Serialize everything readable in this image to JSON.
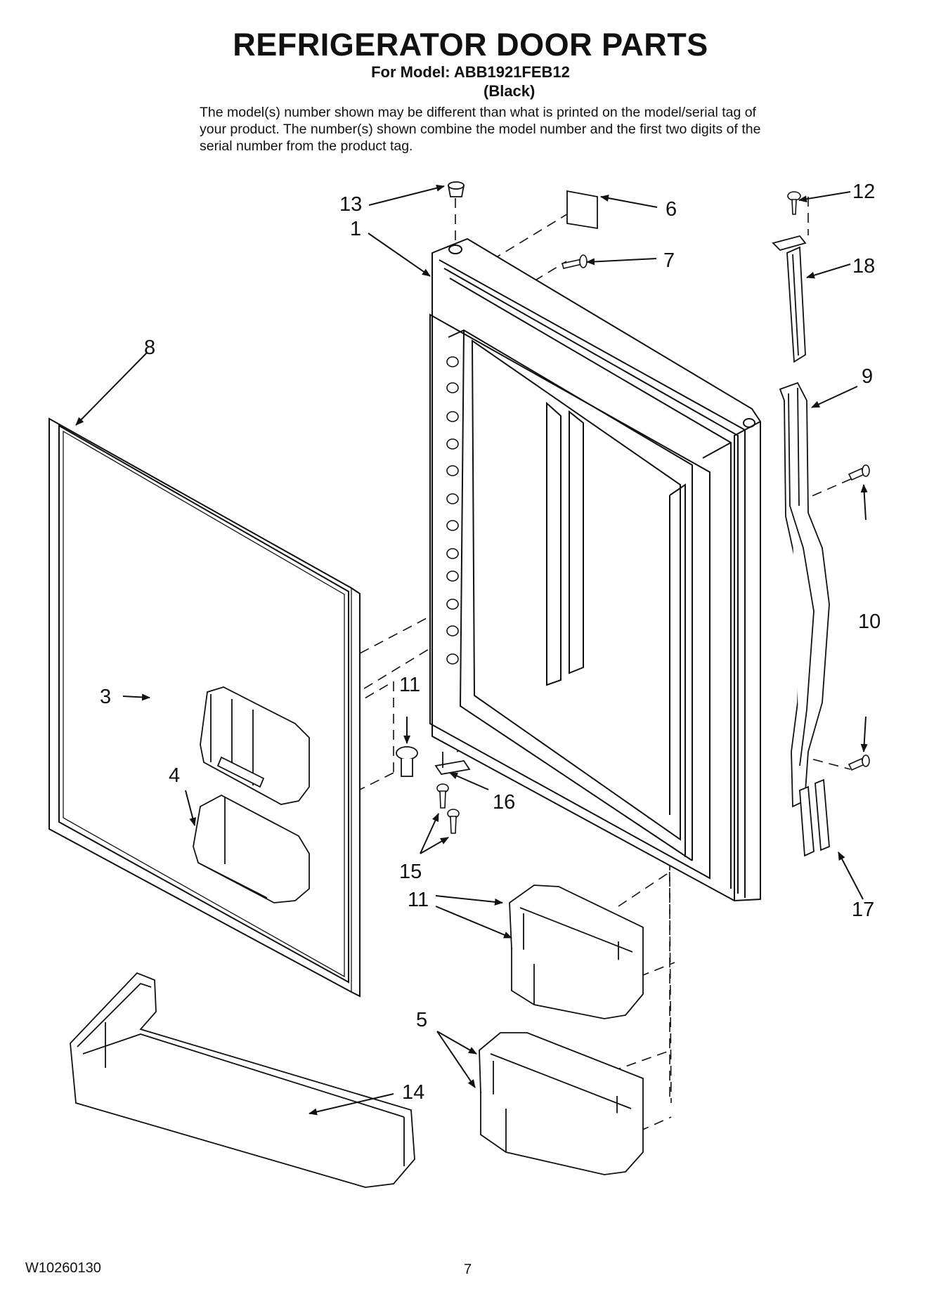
{
  "header": {
    "title": "REFRIGERATOR DOOR PARTS",
    "model": "For Model: ABB1921FEB12",
    "color": "(Black)",
    "disclaimer": "The model(s) number shown may be different than what is printed on the model/serial tag of your product. The number(s) shown combine the model number and the first two digits of the serial number from the product tag."
  },
  "callouts": {
    "c1": "1",
    "c3": "3",
    "c4": "4",
    "c5": "5",
    "c6": "6",
    "c7": "7",
    "c8": "8",
    "c9": "9",
    "c10": "10",
    "c11a": "11",
    "c11b": "11",
    "c12": "12",
    "c13": "13",
    "c14": "14",
    "c15": "15",
    "c16": "16",
    "c17": "17",
    "c18": "18"
  },
  "footer": {
    "doc_number": "W10260130",
    "page": "7"
  }
}
